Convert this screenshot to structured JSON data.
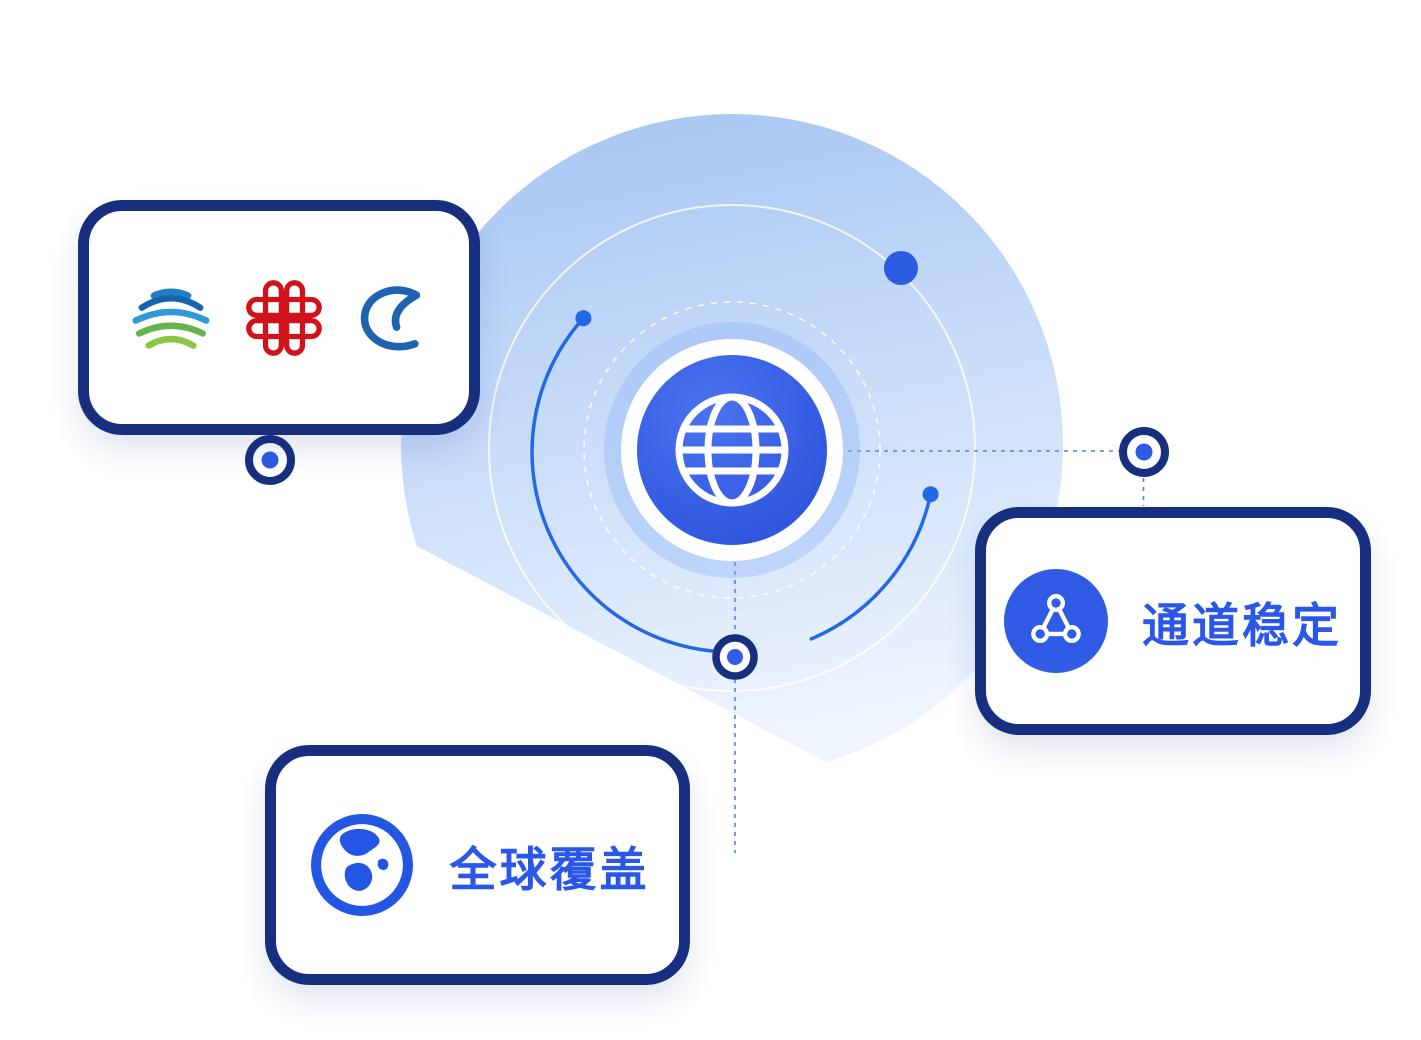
{
  "diagram": {
    "hub": {
      "icon": "globe-wireframe-icon"
    },
    "colors": {
      "navy": "#182f80",
      "accent_blue": "#2f5be5",
      "arc_blue": "#2468e5",
      "text_blue": "#2b57e8",
      "halo_blue": "#aac8f3",
      "unicom_red": "#d0121b",
      "mobile_blue": "#1565ae",
      "mobile_green": "#7dc142",
      "telecom_blue": "#1e63b0"
    },
    "cards": {
      "carriers": {
        "logos": [
          {
            "icon": "china-mobile-logo"
          },
          {
            "icon": "china-unicom-logo"
          },
          {
            "icon": "china-telecom-logo"
          }
        ]
      },
      "stability": {
        "icon": "network-triangle-icon",
        "label": "通道稳定"
      },
      "coverage": {
        "icon": "earth-globe-icon",
        "label": "全球覆盖"
      }
    }
  }
}
